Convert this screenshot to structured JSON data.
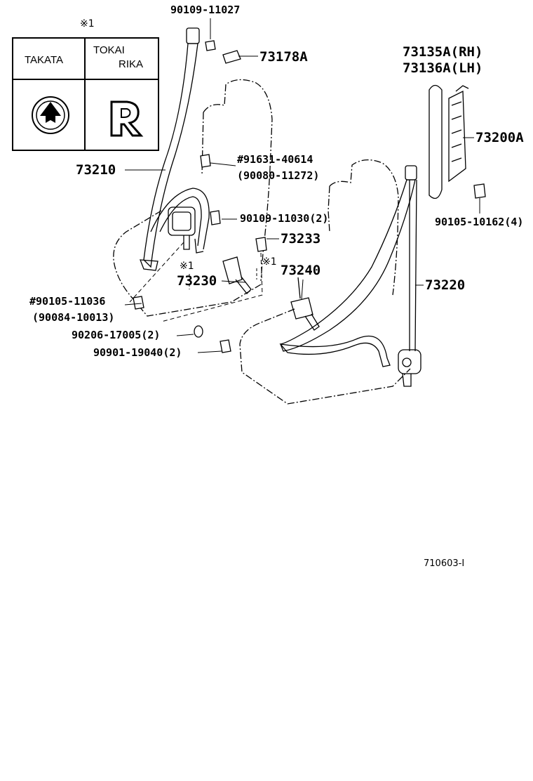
{
  "legend": {
    "note": "※1",
    "manufacturer_a": "TAKATA",
    "manufacturer_b_line1": "TOKAI",
    "manufacturer_b_line2": "RIKA"
  },
  "callouts": {
    "p_90109_11027": "90109-11027",
    "p_73178A": "73178A",
    "p_73135A": "73135A(RH)",
    "p_73136A": "73136A(LH)",
    "p_73200A": "73200A",
    "p_91631_40614": "#91631-40614",
    "p_90080_11272": "(90080-11272)",
    "p_73210": "73210",
    "p_90109_11030": "90109-11030(2)",
    "p_90105_10162": "90105-10162(4)",
    "p_73233": "73233",
    "p_73240": "73240",
    "p_73230": "73230",
    "p_73220": "73220",
    "p_90105_11036": "#90105-11036",
    "p_90084_10013": "(90084-10013)",
    "p_90206_17005": "90206-17005(2)",
    "p_90901_19040": "90901-19040(2)"
  },
  "marks": {
    "note_mark_1": "※1",
    "note_mark_2": "※1"
  },
  "figure_id": "710603-I"
}
